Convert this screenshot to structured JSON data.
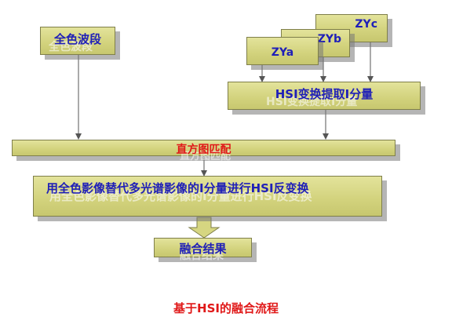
{
  "nodes": {
    "pan": "全色波段",
    "zya": "ZYa",
    "zyb": "ZYb",
    "zyc": "ZYc",
    "hsi_transform": "HSI变换提取I分量",
    "histogram_match": "直方图匹配",
    "replace_inverse": "用全色影像替代多光谱影像的I分量进行HSI反变换",
    "result": "融合结果"
  },
  "caption": "基于HSI的融合流程",
  "colors": {
    "box_fill": "#d6d681",
    "box_border": "#7f7f4a",
    "label_blue": "#1f1fb8",
    "label_red": "#e01818",
    "shadow": "#8a8a8a"
  }
}
